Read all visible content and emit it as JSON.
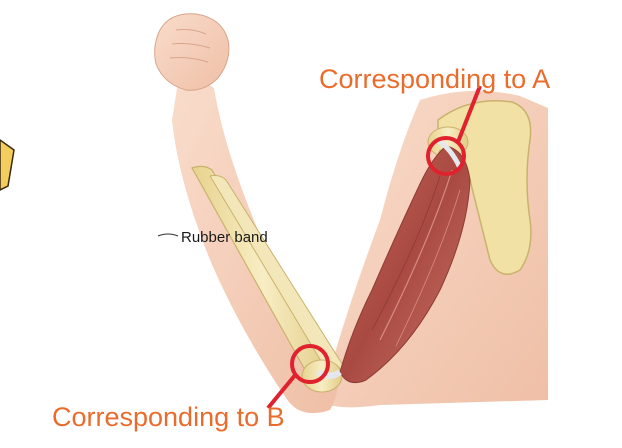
{
  "labels": {
    "corresponding_a": "Corresponding to A",
    "corresponding_b": "Corresponding to B",
    "rubber_band": "Rubber band"
  },
  "colors": {
    "accent": "#ea6c2c",
    "marker": "#e0212e",
    "skin": "#f6d2bd",
    "bone": "#f2e2a8",
    "muscle": "#b85a4f",
    "tendon": "#dde3ea"
  }
}
